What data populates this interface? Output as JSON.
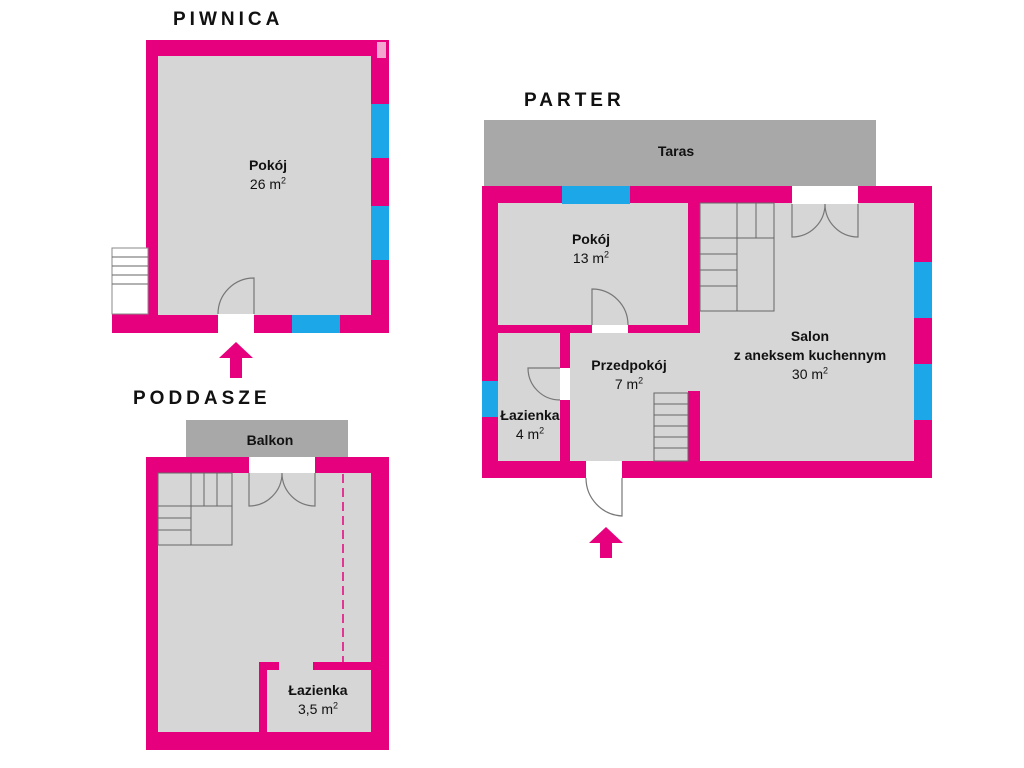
{
  "colors": {
    "wall": "#e6007e",
    "floor": "#d6d6d6",
    "window": "#1ca8e8",
    "outdoor": "#a8a8a8",
    "arrow": "#e6007e"
  },
  "floors": {
    "piwnica": {
      "title": "PIWNICA",
      "rooms": [
        {
          "name": "Pokój",
          "area": "26 m",
          "unit_sup": "2"
        }
      ]
    },
    "parter": {
      "title": "PARTER",
      "outdoor": "Taras",
      "rooms": [
        {
          "name": "Pokój",
          "area": "13 m",
          "unit_sup": "2"
        },
        {
          "name": "Przedpokój",
          "area": "7 m",
          "unit_sup": "2"
        },
        {
          "name": "Łazienka",
          "area": "4 m",
          "unit_sup": "2"
        },
        {
          "name": "Salon",
          "name2": "z aneksem kuchennym",
          "area": "30 m",
          "unit_sup": "2"
        }
      ]
    },
    "poddasze": {
      "title": "PODDASZE",
      "outdoor": "Balkon",
      "rooms": [
        {
          "name": "Łazienka",
          "area": "3,5 m",
          "unit_sup": "2"
        }
      ]
    }
  }
}
